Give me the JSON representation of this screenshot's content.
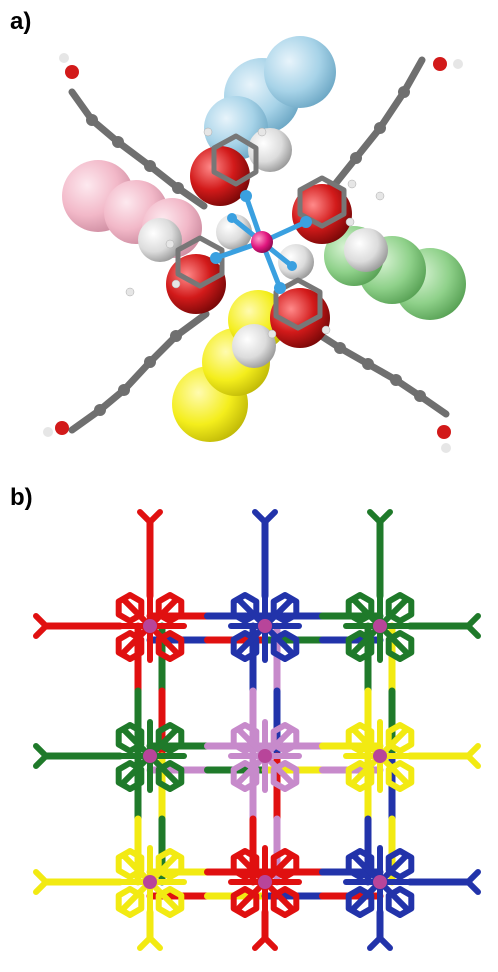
{
  "panels": [
    {
      "label": "a)"
    },
    {
      "label": "b)"
    }
  ],
  "colors": {
    "carbon": "#6f6f6f",
    "hydrogen": "#e6e6e6",
    "oxygen": "#d21a1a",
    "nitrogen": "#3aa0e0",
    "metal": "#e0157e",
    "sphere_blue": "#a7d3e8",
    "sphere_pink": "#f2b8c8",
    "sphere_green": "#8fd18a",
    "sphere_yellow": "#f4ee1c",
    "net_red": "#e01010",
    "net_blue": "#2233aa",
    "net_green": "#1f7a2a",
    "net_yellow": "#f2ea12",
    "net_violet": "#c78acb",
    "net_metal": "#b8459a"
  },
  "grid_colors": [
    [
      "net_red",
      "net_blue",
      "net_green"
    ],
    [
      "net_green",
      "net_violet",
      "net_yellow"
    ],
    [
      "net_yellow",
      "net_red",
      "net_blue"
    ]
  ]
}
